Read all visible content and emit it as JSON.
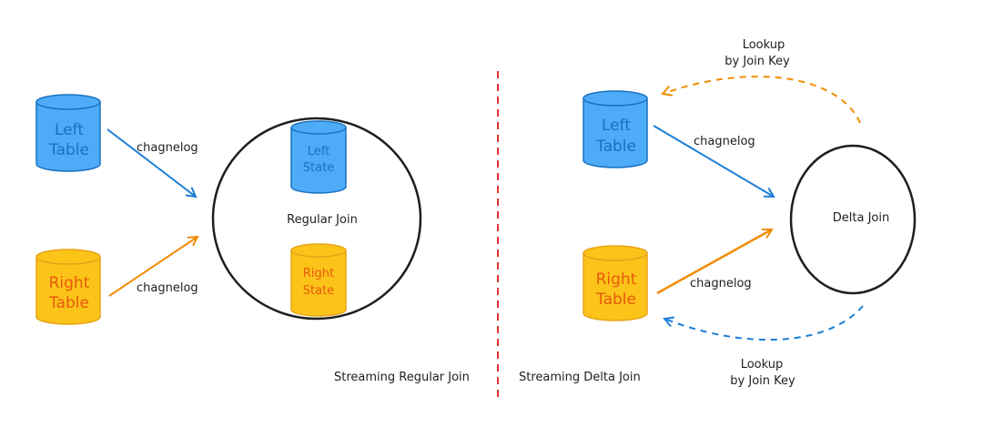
{
  "colors": {
    "blue_fill": "#4dabf7",
    "blue_stroke": "#1971c2",
    "orange_fill": "#fcc419",
    "orange_stroke": "#e8a317",
    "orange_text": "#e8590c",
    "blue_arrow": "#1c7ed6",
    "orange_arrow": "#f08c00",
    "divider": "#e03131"
  },
  "left_panel": {
    "left_table": {
      "line1": "Left",
      "line2": "Table"
    },
    "right_table": {
      "line1": "Right",
      "line2": "Table"
    },
    "left_arrow_label": "chagnelog",
    "right_arrow_label": "chagnelog",
    "join_label": "Regular Join",
    "left_state": {
      "line1": "Left",
      "line2": "State"
    },
    "right_state": {
      "line1": "Right",
      "line2": "State"
    },
    "caption": "Streaming Regular Join"
  },
  "right_panel": {
    "left_table": {
      "line1": "Left",
      "line2": "Table"
    },
    "right_table": {
      "line1": "Right",
      "line2": "Table"
    },
    "left_arrow_label": "chagnelog",
    "right_arrow_label": "chagnelog",
    "join_label": "Delta Join",
    "lookup_top": {
      "line1": "Lookup",
      "line2": "by Join Key"
    },
    "lookup_bottom": {
      "line1": "Lookup",
      "line2": "by Join Key"
    },
    "caption": "Streaming Delta Join"
  }
}
